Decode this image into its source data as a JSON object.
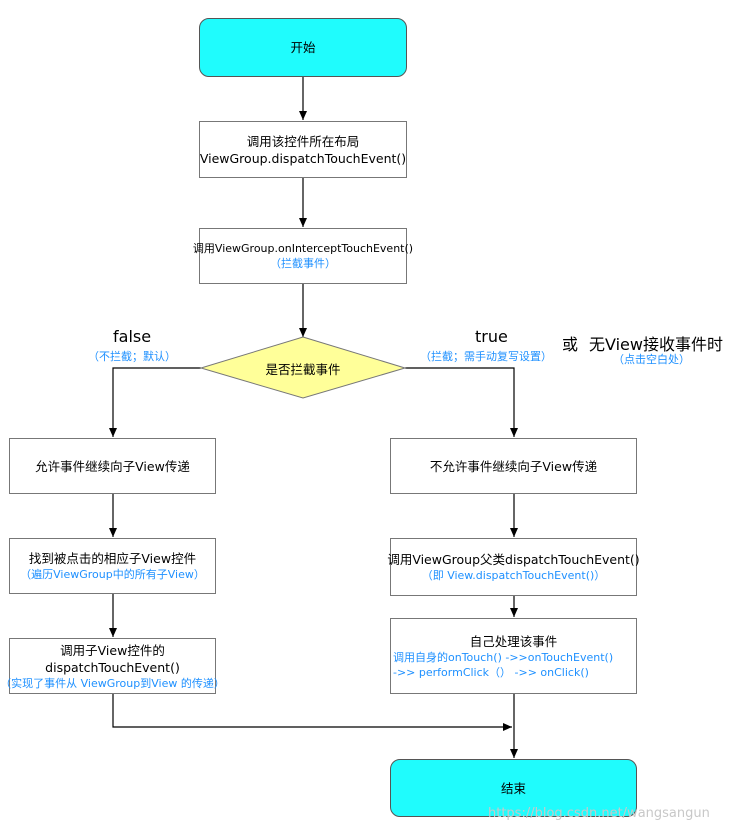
{
  "nodes": {
    "start": "开始",
    "call_layout": [
      "调用该控件所在布局",
      "ViewGroup.dispatchTouchEvent()"
    ],
    "intercept_call": "调用ViewGroup.onInterceptTouchEvent()",
    "intercept_note": "（拦截事件）",
    "decision": "是否拦截事件",
    "allow": "允许事件继续向子View传递",
    "find_child": "找到被点击的相应子View控件",
    "find_child_note": "（遍历ViewGroup中的所有子View）",
    "call_child": [
      "调用子View控件的",
      "dispatchTouchEvent()"
    ],
    "call_child_note": "（实现了事件从 ViewGroup到View 的传递）",
    "disallow": "不允许事件继续向子View传递",
    "call_parent": "调用ViewGroup父类dispatchTouchEvent()",
    "call_parent_note": "（即 View.dispatchTouchEvent()）",
    "self_handle": "自己处理该事件",
    "self_handle_notes": [
      "调用自身的onTouch() ->>onTouchEvent()",
      "->> performClick（） ->> onClick()"
    ],
    "end": "结束"
  },
  "branch_labels": {
    "false": "false",
    "false_note": "（不拦截；默认）",
    "true": "true",
    "true_note": "（拦截；需手动复写设置）",
    "or": "或",
    "no_view": "无View接收事件时",
    "no_view_note": "（点击空白处）"
  },
  "watermark": "https://blog.csdn.net/wangsangun",
  "colors": {
    "terminal": "#1ffcfd",
    "decision": "#ffff99",
    "note": "#1e90ff"
  }
}
